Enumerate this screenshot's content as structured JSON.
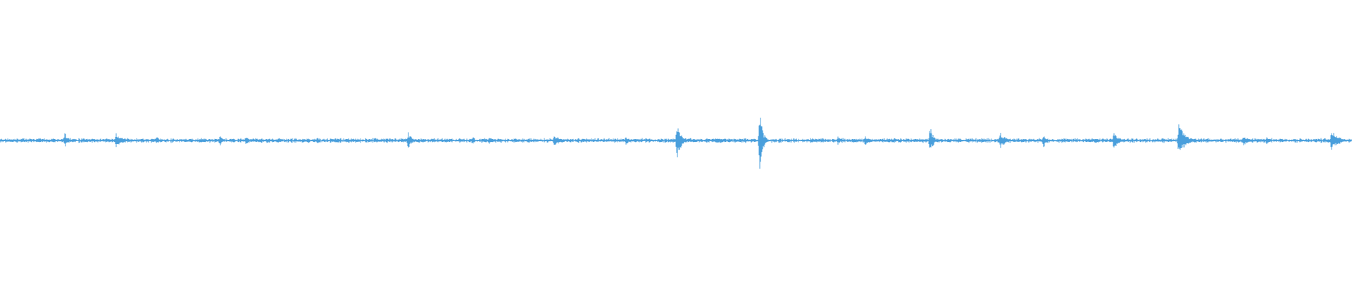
{
  "waveform": {
    "color": "#4a9fdc",
    "background": "#ffffff",
    "baseline_amplitude": 0.012,
    "bursts": [
      {
        "t": 0.048,
        "amp": 0.06,
        "dur": 0.006
      },
      {
        "t": 0.086,
        "amp": 0.06,
        "dur": 0.012
      },
      {
        "t": 0.116,
        "amp": 0.035,
        "dur": 0.004
      },
      {
        "t": 0.163,
        "amp": 0.04,
        "dur": 0.005
      },
      {
        "t": 0.182,
        "amp": 0.035,
        "dur": 0.006
      },
      {
        "t": 0.235,
        "amp": 0.03,
        "dur": 0.004
      },
      {
        "t": 0.302,
        "amp": 0.06,
        "dur": 0.008
      },
      {
        "t": 0.35,
        "amp": 0.035,
        "dur": 0.004
      },
      {
        "t": 0.362,
        "amp": 0.03,
        "dur": 0.01
      },
      {
        "t": 0.41,
        "amp": 0.04,
        "dur": 0.014
      },
      {
        "t": 0.463,
        "amp": 0.03,
        "dur": 0.008
      },
      {
        "t": 0.501,
        "amp": 0.14,
        "dur": 0.008
      },
      {
        "t": 0.562,
        "amp": 0.21,
        "dur": 0.006
      },
      {
        "t": 0.62,
        "amp": 0.035,
        "dur": 0.004
      },
      {
        "t": 0.64,
        "amp": 0.04,
        "dur": 0.006
      },
      {
        "t": 0.688,
        "amp": 0.11,
        "dur": 0.006
      },
      {
        "t": 0.74,
        "amp": 0.06,
        "dur": 0.01
      },
      {
        "t": 0.772,
        "amp": 0.06,
        "dur": 0.005
      },
      {
        "t": 0.824,
        "amp": 0.07,
        "dur": 0.008
      },
      {
        "t": 0.872,
        "amp": 0.13,
        "dur": 0.012
      },
      {
        "t": 0.92,
        "amp": 0.04,
        "dur": 0.008
      },
      {
        "t": 0.937,
        "amp": 0.035,
        "dur": 0.004
      },
      {
        "t": 0.985,
        "amp": 0.08,
        "dur": 0.014
      }
    ]
  }
}
